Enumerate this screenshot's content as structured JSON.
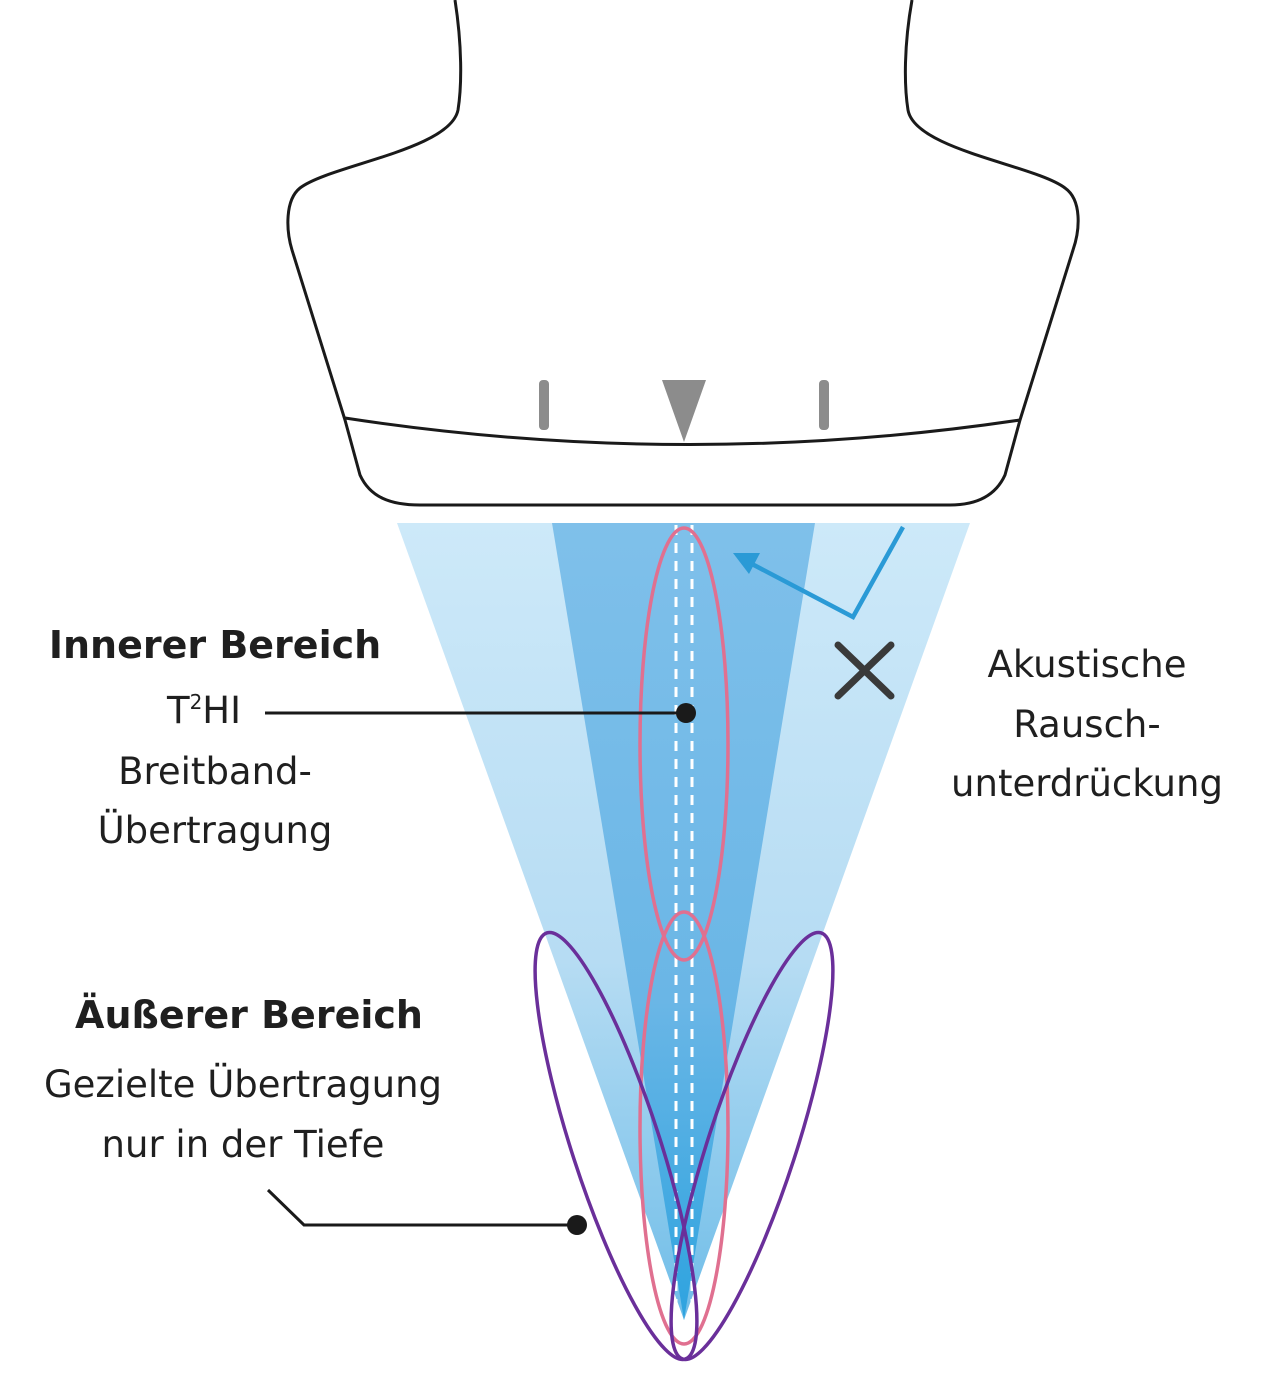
{
  "inner_zone": {
    "title": "Innerer Bereich",
    "t2hi_base": "T",
    "t2hi_sup": "2",
    "t2hi_rest": "HI",
    "line1": "Breitband-",
    "line2": "Übertragung"
  },
  "outer_zone": {
    "title": "Äußerer Bereich",
    "line1": "Gezielte Übertragung",
    "line2": "nur in der Tiefe"
  },
  "noise_suppression": {
    "line1": "Akustische",
    "line2": "Rausch-",
    "line3": "unterdrückung"
  },
  "colors": {
    "outline": "#1a1a1a",
    "marker_gray": "#8c8c8c",
    "beam_light": "#cde8f8",
    "beam_mid": "#8dc8ec",
    "beam_dark": "#3fa7df",
    "inner_lobe_pink": "#e07090",
    "outer_lobe_purple": "#6a2f9a",
    "arrow_blue": "#2a9ad6",
    "cross_gray": "#3a3a3a"
  }
}
